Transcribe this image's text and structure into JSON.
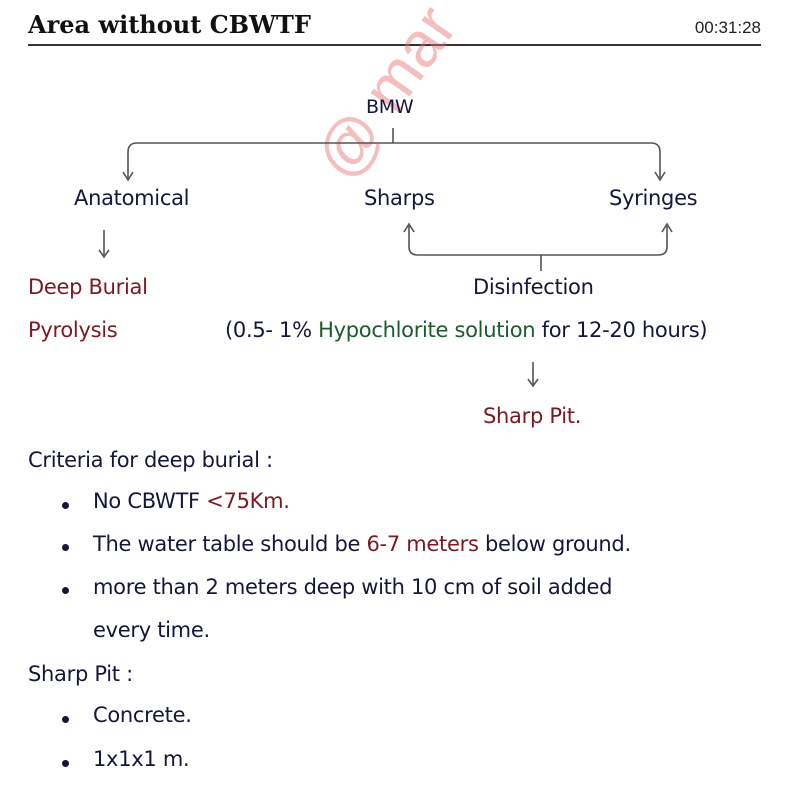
{
  "header": {
    "title": "Area without CBWTF",
    "timer": "00:31:28"
  },
  "watermark": "@ mar",
  "diagram": {
    "root": "BMW",
    "branches": [
      "Anatomical",
      "Sharps",
      "Syringes"
    ],
    "anatomical_methods": [
      "Deep Burial",
      "Pyrolysis"
    ],
    "disinfection": {
      "label": "Disinfection",
      "detail_prefix": "(0.5- 1%",
      "detail_highlight": "Hypochlorite solution",
      "detail_suffix": "for 12-20 hours)",
      "result": "Sharp Pit."
    }
  },
  "criteria": {
    "heading": "Criteria for deep burial :",
    "items": [
      {
        "text": "No CBWTF",
        "highlight": "<75Km."
      },
      {
        "pre": "The water table should be",
        "highlight": "6-7 meters",
        "post": "below ground."
      },
      {
        "line1": "more than 2 meters deep with 10 cm of soil added",
        "line2": "every time."
      }
    ]
  },
  "sharp_pit": {
    "heading": "Sharp Pit :",
    "items": [
      "Concrete.",
      "1x1x1 m."
    ]
  },
  "colors": {
    "ink": "#15173a",
    "maroon": "#7a1a22",
    "green": "#1d5a2e",
    "watermark": "#e66e6e"
  }
}
